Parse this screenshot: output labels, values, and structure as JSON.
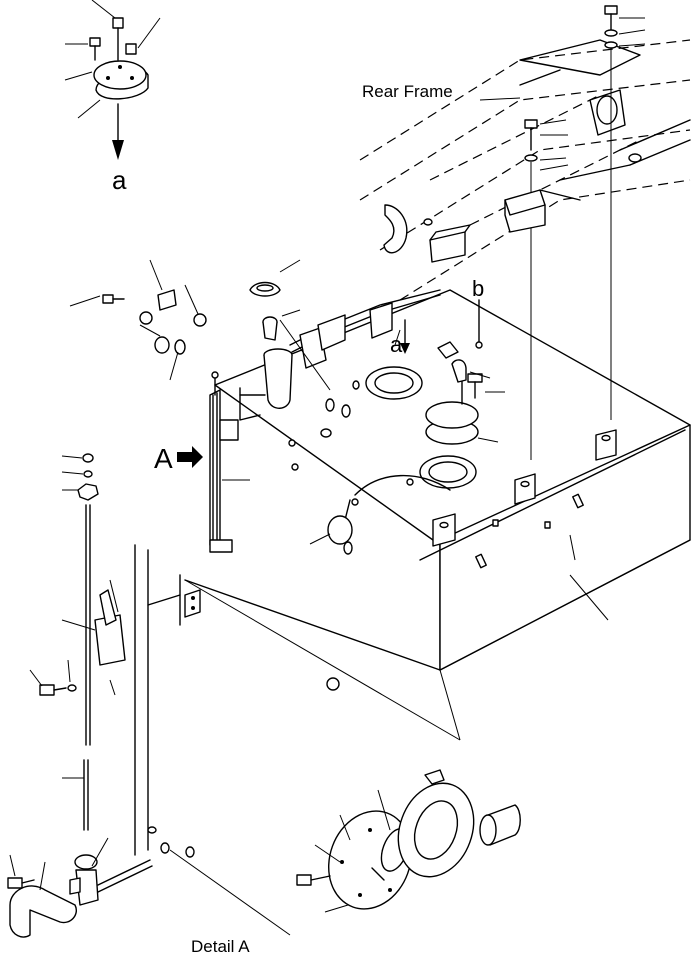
{
  "labels": {
    "rear_frame": "Rear Frame",
    "detail_a": "Detail A",
    "callout_a_upper": "a",
    "callout_a_lower": "a",
    "callout_b": "b",
    "view_a": "A"
  }
}
